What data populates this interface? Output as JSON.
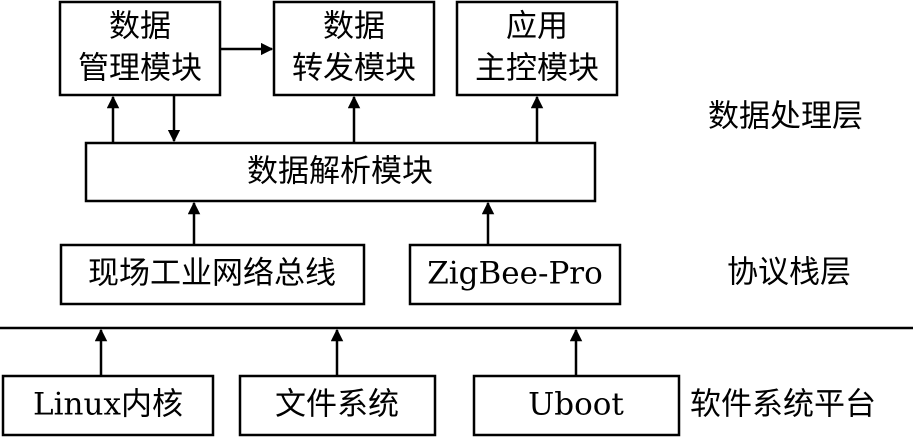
{
  "modules": {
    "data_management": {
      "line1": "数据",
      "line2": "管理模块"
    },
    "data_forwarding": {
      "line1": "数据",
      "line2": "转发模块"
    },
    "app_control": {
      "line1": "应用",
      "line2": "主控模块"
    },
    "data_parsing": "数据解析模块",
    "fieldbus": "现场工业网络总线",
    "zigbee": "ZigBee-Pro",
    "linux_kernel": "Linux内核",
    "filesystem": "文件系统",
    "uboot": "Uboot"
  },
  "layers": {
    "data_processing": "数据处理层",
    "protocol_stack": "协议栈层",
    "software_platform": "软件系统平台"
  },
  "colors": {
    "stroke": "#000000",
    "background": "#ffffff"
  }
}
